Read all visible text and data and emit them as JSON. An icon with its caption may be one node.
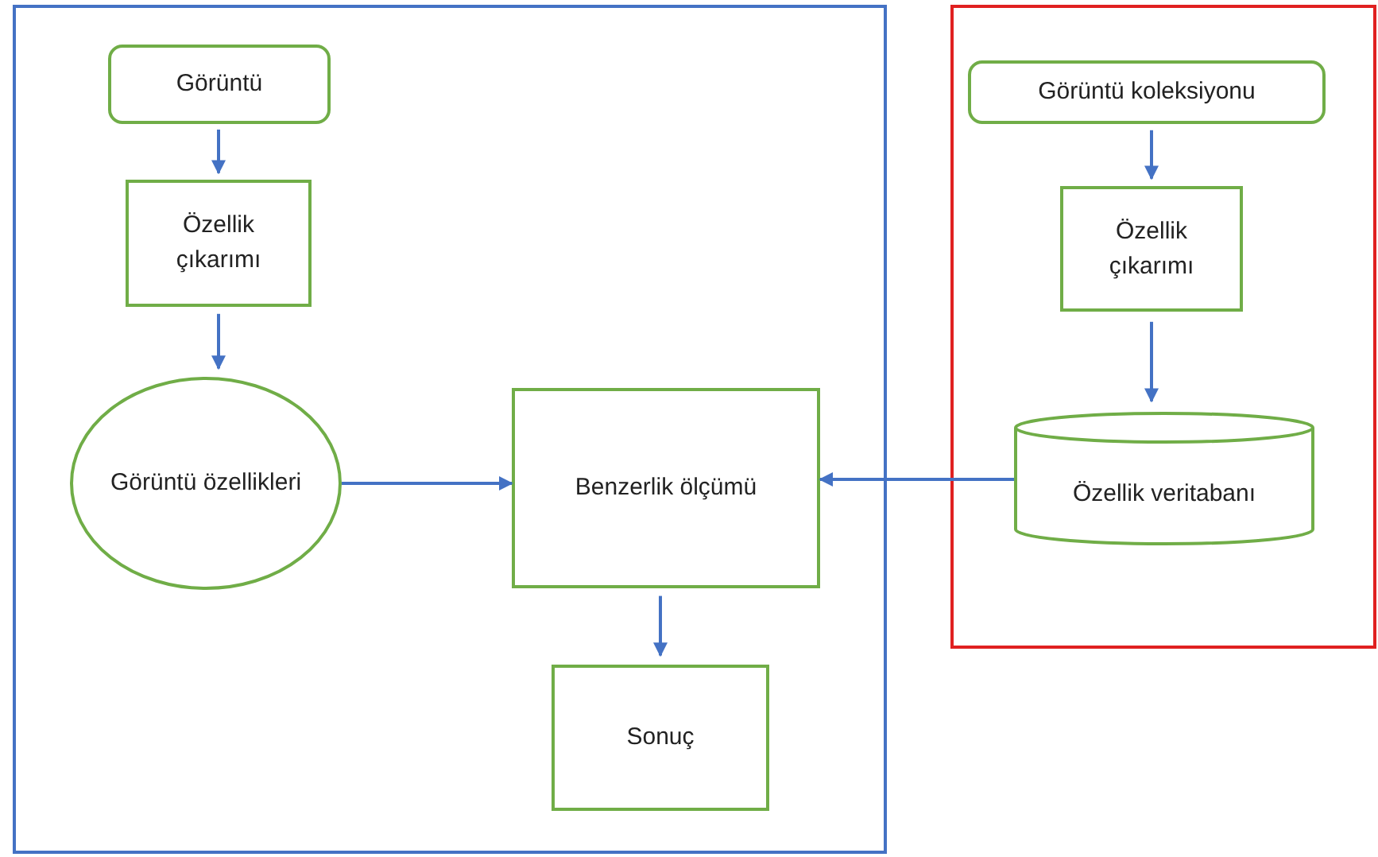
{
  "diagram": {
    "nodes": [
      {
        "text": [],
        "shape": "box"
      },
      {
        "text": [],
        "shape": "box"
      },
      {
        "text": [
          "Görüntü"
        ],
        "in": 0
      },
      {
        "text": [
          "Özellik çıkarımı"
        ],
        "in": 0
      },
      {
        "text": [
          "Görüntü özellikleri"
        ],
        "in": 0
      },
      {
        "text": [
          "Benzerlik ölçümü"
        ],
        "in": 0
      },
      {
        "text": [
          "Sonuç"
        ],
        "in": 0
      },
      {
        "text": [
          "Görüntü koleksiyonu"
        ],
        "in": 1
      },
      {
        "text": [
          "Özellik çıkarımı"
        ],
        "in": 1
      },
      {
        "text": [
          "Özellik veritabanı"
        ],
        "in": 1
      }
    ],
    "edges": [
      {
        "from": 2,
        "to": 3,
        "arrow": "to"
      },
      {
        "from": 3,
        "to": 4,
        "arrow": "to"
      },
      {
        "from": 4,
        "to": 5,
        "arrow": "to"
      },
      {
        "from": 9,
        "to": 5,
        "arrow": "to"
      },
      {
        "from": 5,
        "to": 6,
        "arrow": "to"
      },
      {
        "from": 7,
        "to": 8,
        "arrow": "to"
      },
      {
        "from": 8,
        "to": 9,
        "arrow": "to"
      }
    ]
  }
}
